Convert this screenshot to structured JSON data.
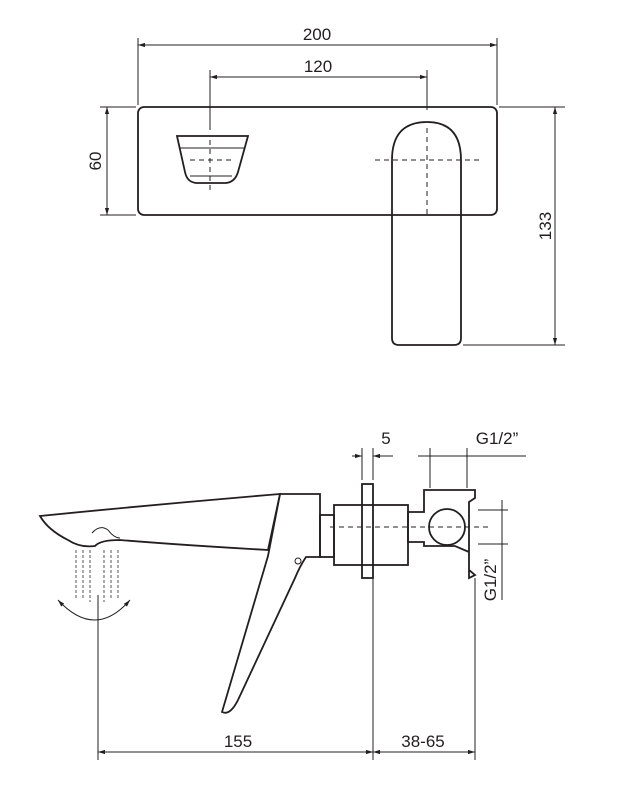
{
  "front_view": {
    "dim_overall_width": "200",
    "dim_center_distance": "120",
    "dim_plate_height": "60",
    "dim_total_height": "133"
  },
  "side_view": {
    "dim_plate_thickness": "5",
    "dim_connection_top": "G1/2”",
    "dim_connection_side": "G1/2”",
    "dim_projection": "155",
    "dim_wall_depth": "38-65"
  }
}
